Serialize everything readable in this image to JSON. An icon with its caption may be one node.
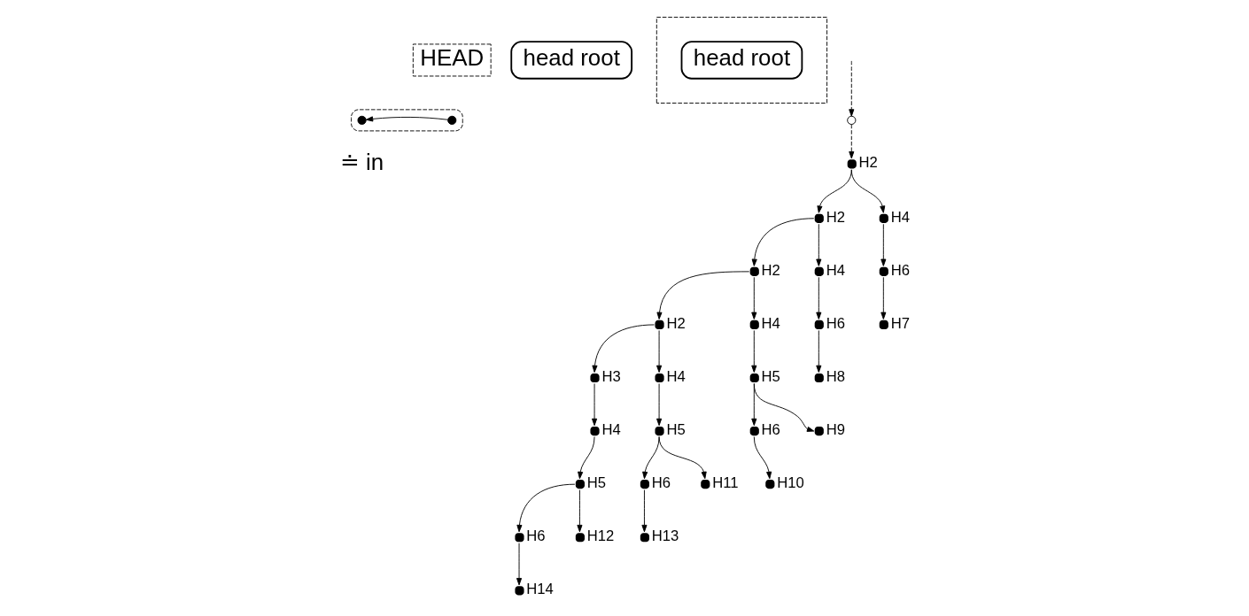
{
  "diagram": {
    "nodes": [
      {
        "text": [
          "HEAD"
        ]
      },
      {
        "text": [],
        "shape": "box"
      },
      {
        "text": [],
        "shape": "circle",
        "in": 1
      },
      {
        "text": [],
        "shape": "circle",
        "in": 1
      },
      {
        "text": [
          "head root"
        ]
      },
      {
        "text": [],
        "shape": "box"
      },
      {
        "text": [
          "head root"
        ],
        "in": 5
      },
      {
        "text": [],
        "shape": "circle"
      },
      {
        "text": [
          "H2"
        ]
      },
      {
        "text": [
          "H2"
        ]
      },
      {
        "text": [
          "H4"
        ]
      },
      {
        "text": [
          "H2"
        ]
      },
      {
        "text": [
          "H4"
        ]
      },
      {
        "text": [
          "H6"
        ]
      },
      {
        "text": [
          "H2"
        ]
      },
      {
        "text": [
          "H4"
        ]
      },
      {
        "text": [
          "H6"
        ]
      },
      {
        "text": [
          "H7"
        ]
      },
      {
        "text": [
          "H3"
        ]
      },
      {
        "text": [
          "H4"
        ]
      },
      {
        "text": [
          "H5"
        ]
      },
      {
        "text": [
          "H8"
        ]
      },
      {
        "text": [
          "H4"
        ]
      },
      {
        "text": [
          "H5"
        ]
      },
      {
        "text": [
          "H6"
        ]
      },
      {
        "text": [
          "H9"
        ]
      },
      {
        "text": [
          "H5"
        ]
      },
      {
        "text": [
          "H6"
        ]
      },
      {
        "text": [
          "H11"
        ]
      },
      {
        "text": [
          "H10"
        ]
      },
      {
        "text": [
          "H6"
        ]
      },
      {
        "text": [
          "H12"
        ]
      },
      {
        "text": [
          "H13"
        ]
      },
      {
        "text": [
          "H14"
        ]
      }
    ],
    "edges": [
      {
        "from": 3,
        "to": 2,
        "arrow": "to"
      },
      {
        "from": null,
        "to": 7,
        "arrow": "to",
        "style": "dashed"
      },
      {
        "from": 7,
        "to": 8,
        "arrow": "to",
        "style": "dashed"
      },
      {
        "from": 8,
        "to": 9,
        "arrow": "to"
      },
      {
        "from": 8,
        "to": 10,
        "arrow": "to"
      },
      {
        "from": 10,
        "to": 13,
        "arrow": "to"
      },
      {
        "from": 13,
        "to": 17,
        "arrow": "to"
      },
      {
        "from": 9,
        "to": 11,
        "arrow": "to"
      },
      {
        "from": 9,
        "to": 12,
        "arrow": "to"
      },
      {
        "from": 12,
        "to": 16,
        "arrow": "to"
      },
      {
        "from": 16,
        "to": 21,
        "arrow": "to"
      },
      {
        "from": 11,
        "to": 14,
        "arrow": "to"
      },
      {
        "from": 11,
        "to": 15,
        "arrow": "to"
      },
      {
        "from": 15,
        "to": 20,
        "arrow": "to"
      },
      {
        "from": 20,
        "to": 24,
        "arrow": "to"
      },
      {
        "from": 20,
        "to": 25,
        "arrow": "to"
      },
      {
        "from": 24,
        "to": 29,
        "arrow": "to"
      },
      {
        "from": 14,
        "to": 18,
        "arrow": "to"
      },
      {
        "from": 14,
        "to": 19,
        "arrow": "to"
      },
      {
        "from": 19,
        "to": 23,
        "arrow": "to"
      },
      {
        "from": 23,
        "to": 27,
        "arrow": "to"
      },
      {
        "from": 23,
        "to": 28,
        "arrow": "to"
      },
      {
        "from": 27,
        "to": 32,
        "arrow": "to"
      },
      {
        "from": 18,
        "to": 22,
        "arrow": "to"
      },
      {
        "from": 22,
        "to": 26,
        "arrow": "to"
      },
      {
        "from": 26,
        "to": 30,
        "arrow": "to"
      },
      {
        "from": 26,
        "to": 31,
        "arrow": "to"
      },
      {
        "from": 30,
        "to": 33,
        "arrow": "to"
      }
    ],
    "labels": [
      "≐ in"
    ]
  }
}
